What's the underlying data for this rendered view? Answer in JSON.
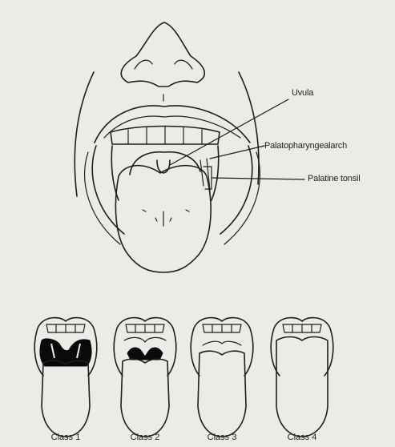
{
  "labels": {
    "uvula": "Uvula",
    "palatopharyngeal_arch": "Palatopharyngealarch",
    "palatine_tonsil": "Palatine tonsil"
  },
  "classes": [
    "Class 1",
    "Class 2",
    "Class 3",
    "Class 4"
  ],
  "colors": {
    "ink": "#1e1e1e",
    "paper": "#ebebe8"
  }
}
